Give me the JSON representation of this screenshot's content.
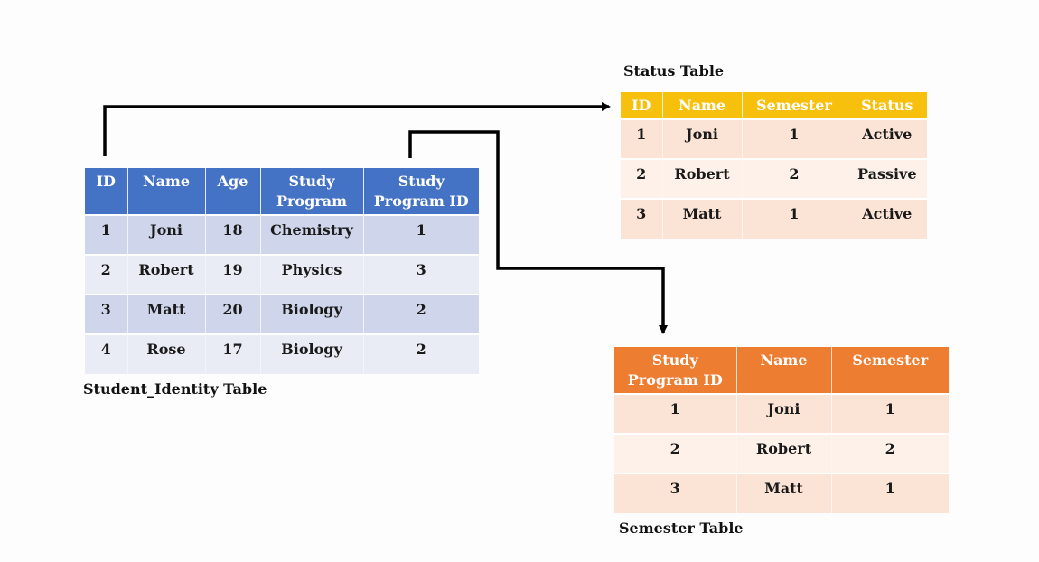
{
  "student_table": {
    "caption": "Student_Identity Table",
    "columns": [
      "ID",
      "Name",
      "Age",
      "Study\nProgram",
      "Study\nProgram ID"
    ],
    "rows": [
      [
        "1",
        "Joni",
        "18",
        "Chemistry",
        "1"
      ],
      [
        "2",
        "Robert",
        "19",
        "Physics",
        "3"
      ],
      [
        "3",
        "Matt",
        "20",
        "Biology",
        "2"
      ],
      [
        "4",
        "Rose",
        "17",
        "Biology",
        "2"
      ]
    ]
  },
  "status_table": {
    "caption": "Status Table",
    "columns": [
      "ID",
      "Name",
      "Semester",
      "Status"
    ],
    "rows": [
      [
        "1",
        "Joni",
        "1",
        "Active"
      ],
      [
        "2",
        "Robert",
        "2",
        "Passive"
      ],
      [
        "3",
        "Matt",
        "1",
        "Active"
      ]
    ]
  },
  "semester_table": {
    "caption": "Semester Table",
    "columns": [
      "Study\nProgram ID",
      "Name",
      "Semester"
    ],
    "rows": [
      [
        "1",
        "Joni",
        "1"
      ],
      [
        "2",
        "Robert",
        "2"
      ],
      [
        "3",
        "Matt",
        "1"
      ]
    ]
  },
  "colors": {
    "student_header": "#4472c4",
    "status_header": "#f7c00d",
    "semester_header": "#ed7d31",
    "arrow": "#000000"
  }
}
